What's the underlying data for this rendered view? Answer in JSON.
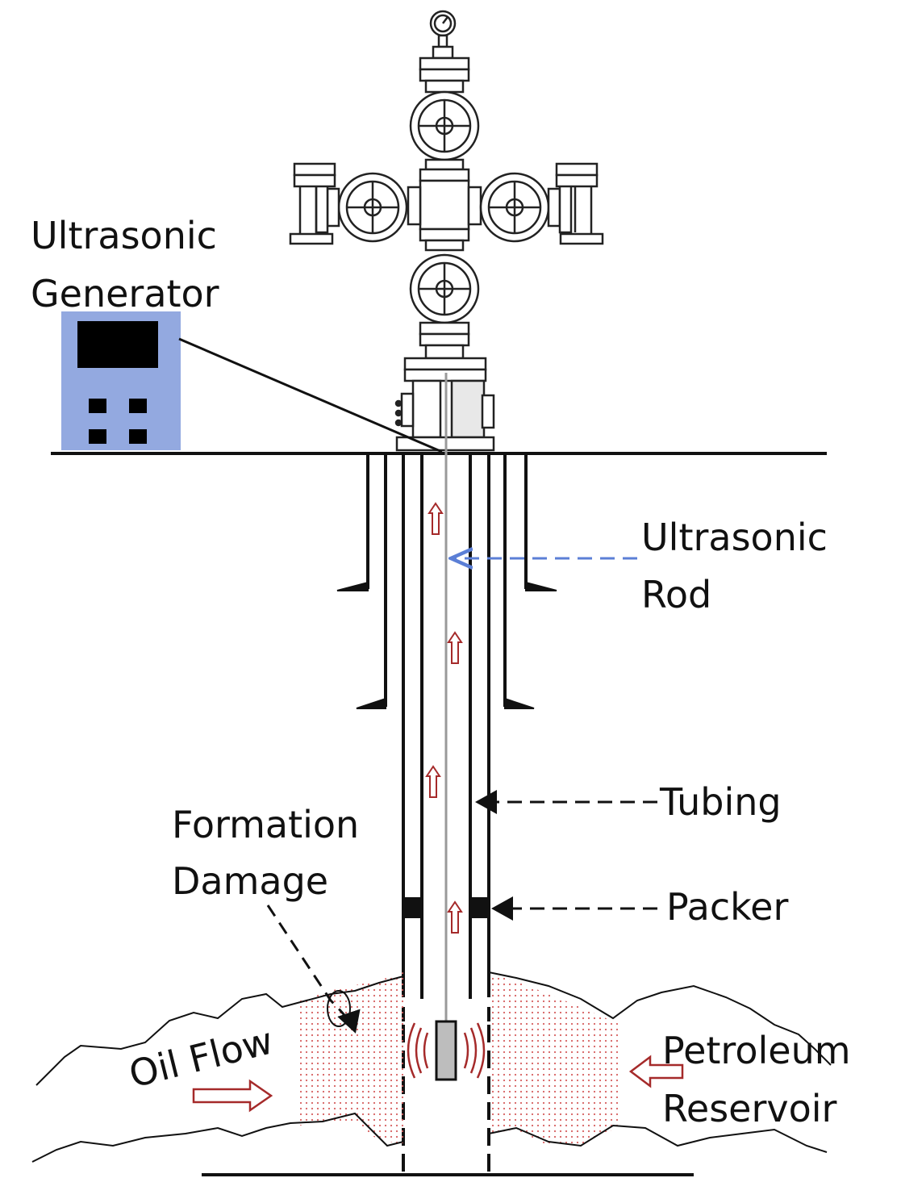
{
  "labels": {
    "generator_line1": "Ultrasonic",
    "generator_line2": "Generator",
    "rod_line1": "Ultrasonic",
    "rod_line2": "Rod",
    "tubing": "Tubing",
    "packer": "Packer",
    "formation_line1": "Formation",
    "formation_line2": "Damage",
    "oil_flow": "Oil Flow",
    "reservoir_line1": "Petroleum",
    "reservoir_line2": "Reservoir"
  },
  "colors": {
    "line": "#111111",
    "generator_fill": "#93A9E0",
    "rod_arrow": "#5B7FD6",
    "flow_arrow": "#A52A2A",
    "damage_dots": "#D66060"
  }
}
